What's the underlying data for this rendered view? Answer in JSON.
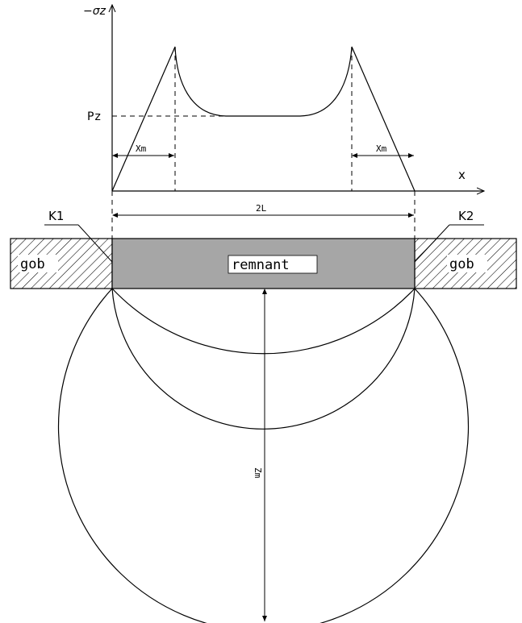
{
  "diagram": {
    "axis_labels": {
      "vertical": "−σz",
      "horizontal": "x"
    },
    "labels": {
      "pz": "Pz",
      "xm_left": "Xm",
      "xm_right": "Xm",
      "span": "2L",
      "k1": "K1",
      "k2": "K2",
      "gob_left": "gob",
      "gob_right": "gob",
      "remnant": "remnant",
      "zm": "Zm"
    },
    "colors": {
      "line": "#000000",
      "remnant_fill": "#a6a6a6",
      "label_box": "#ffffff"
    }
  }
}
